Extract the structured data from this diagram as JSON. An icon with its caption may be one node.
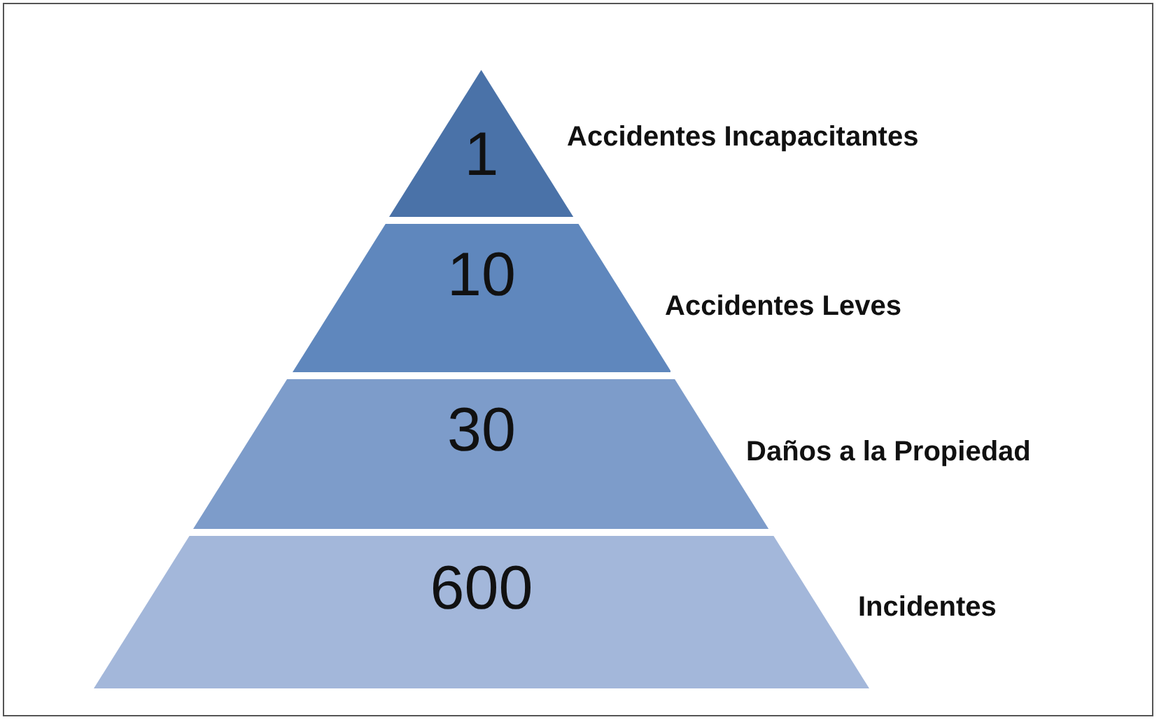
{
  "diagram": {
    "nodes": [
      {
        "text": [
          "1"
        ],
        "beside": [
          "Accidentes Incapacitantes"
        ]
      },
      {
        "text": [
          "10"
        ],
        "beside": [
          "Accidentes Leves"
        ]
      },
      {
        "text": [
          "30"
        ],
        "beside": [
          "Daños a la Propiedad"
        ]
      },
      {
        "text": [
          "600"
        ],
        "beside": [
          "Incidentes"
        ]
      }
    ]
  }
}
